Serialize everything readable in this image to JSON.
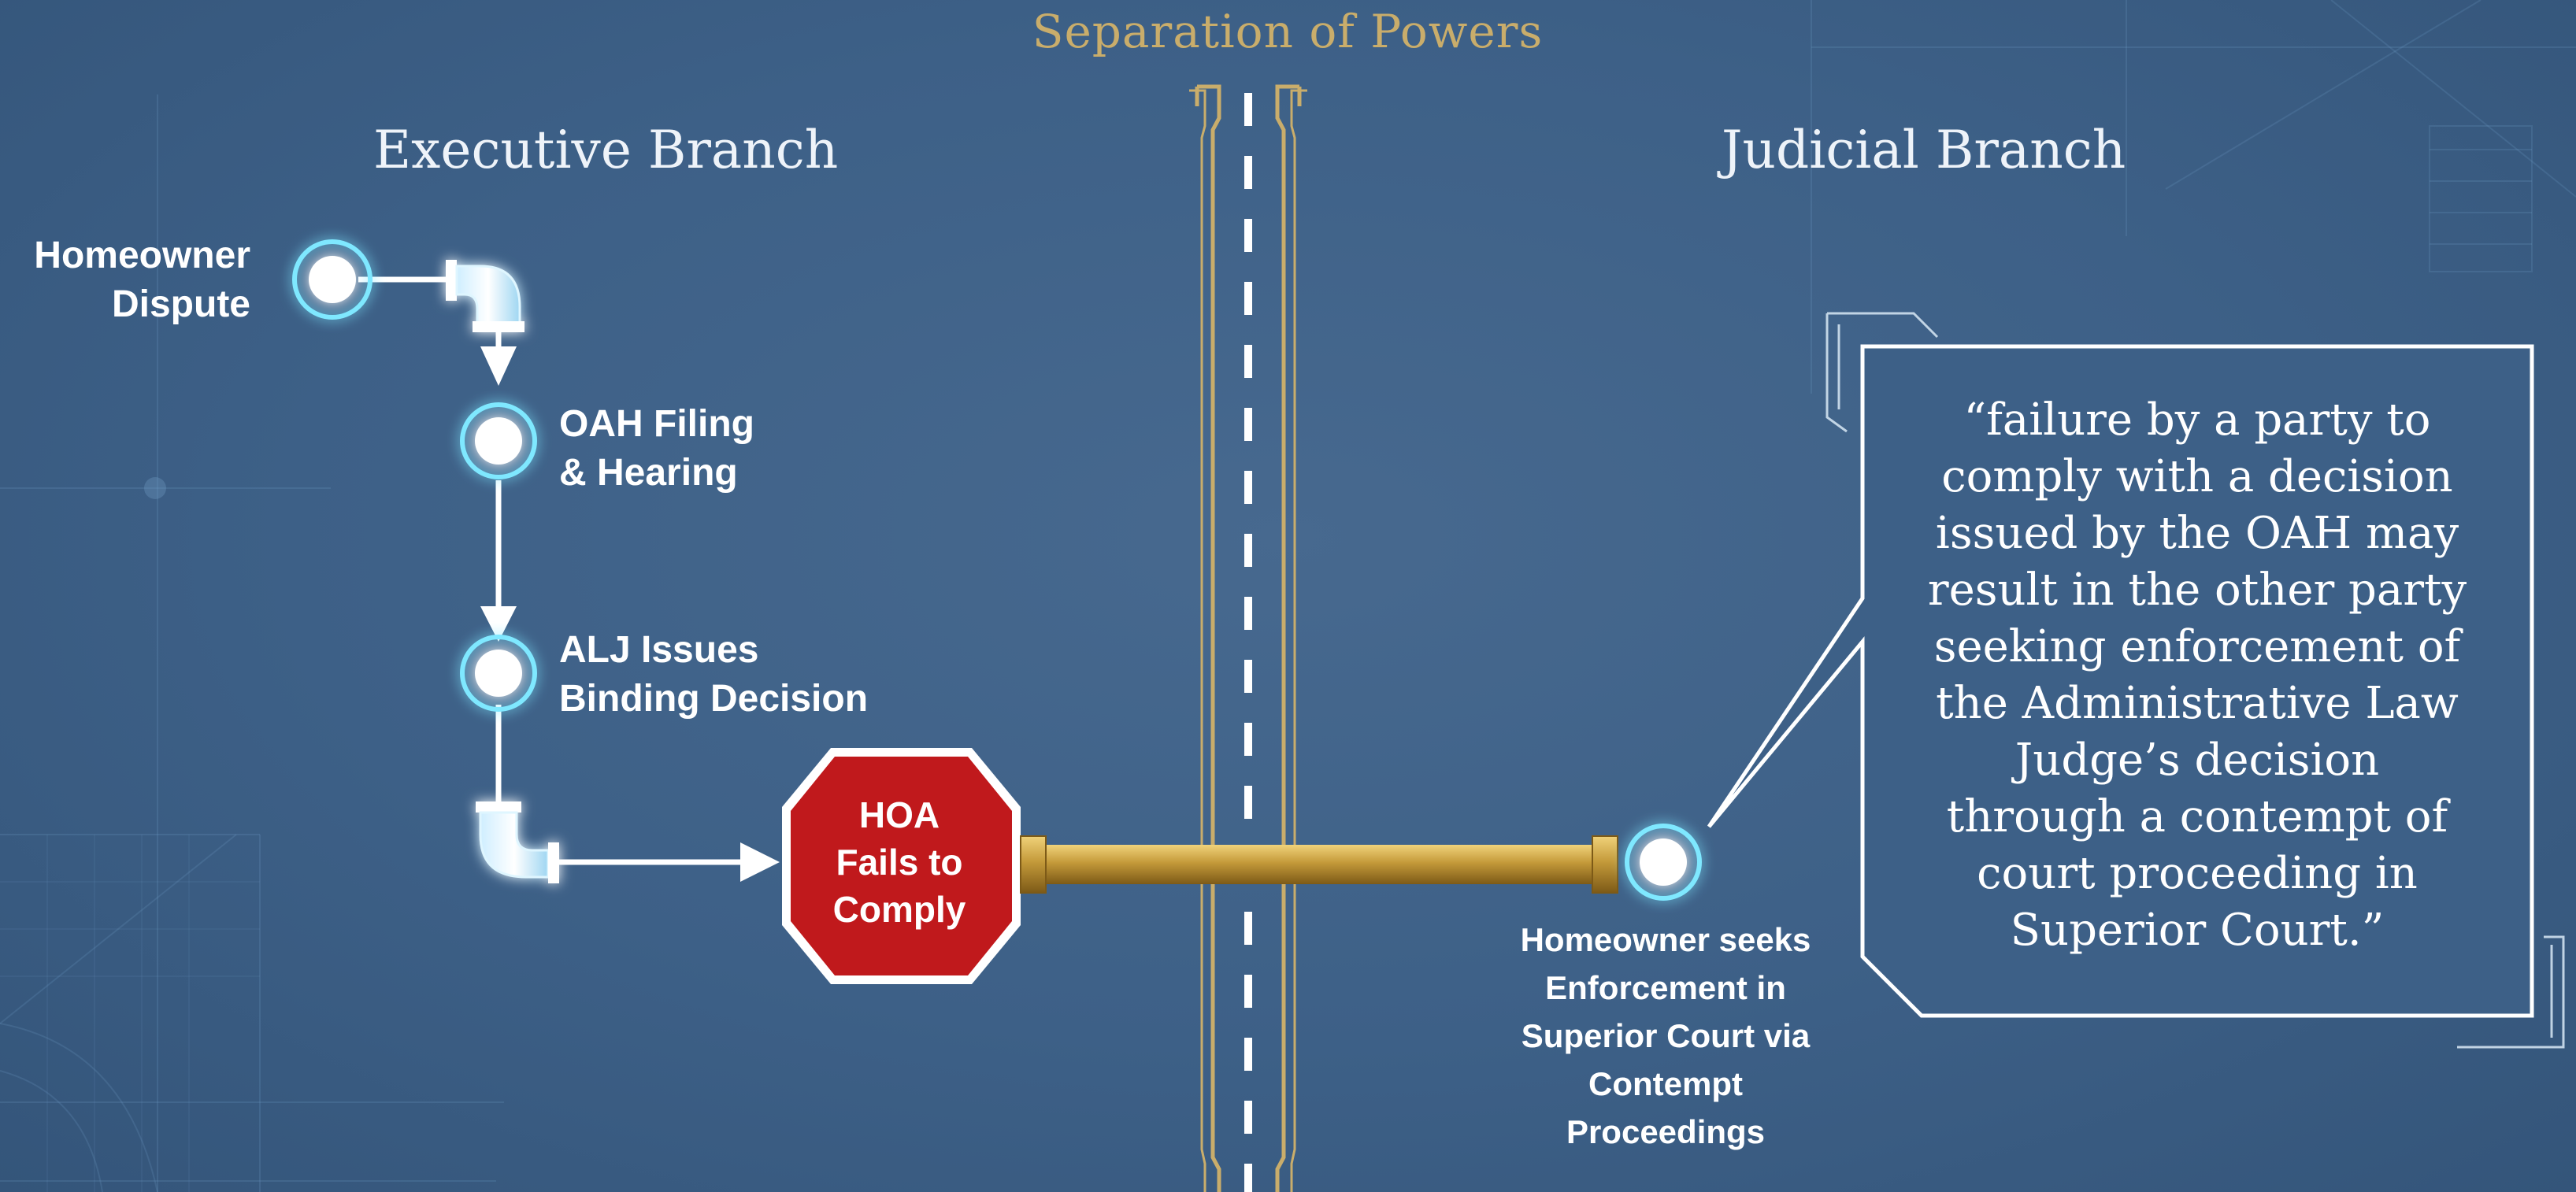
{
  "title": "Separation of Powers",
  "branches": {
    "executive": "Executive Branch",
    "judicial": "Judicial Branch"
  },
  "nodes": {
    "dispute": [
      "Homeowner",
      "Dispute"
    ],
    "filing": [
      "OAH Filing",
      "& Hearing"
    ],
    "decision": [
      "ALJ Issues",
      "Binding Decision"
    ]
  },
  "stop_sign": [
    "HOA",
    "Fails to",
    "Comply"
  ],
  "enforcement": [
    "Homeowner seeks",
    "Enforcement in",
    "Superior Court via",
    "Contempt",
    "Proceedings"
  ],
  "quote": [
    "“failure by a party to",
    "comply with a decision",
    "issued by the OAH may",
    "result in the other party",
    "seeking enforcement of",
    "the Administrative Law",
    "Judge’s decision",
    "through a contempt of",
    "court proceeding in",
    "Superior Court.”"
  ],
  "colors": {
    "background": "#3d6087",
    "gold": "#c9ad6b",
    "pipe_gold": "#c49a3a",
    "glow": "#7fe8ff",
    "stop_red": "#c0191c"
  }
}
